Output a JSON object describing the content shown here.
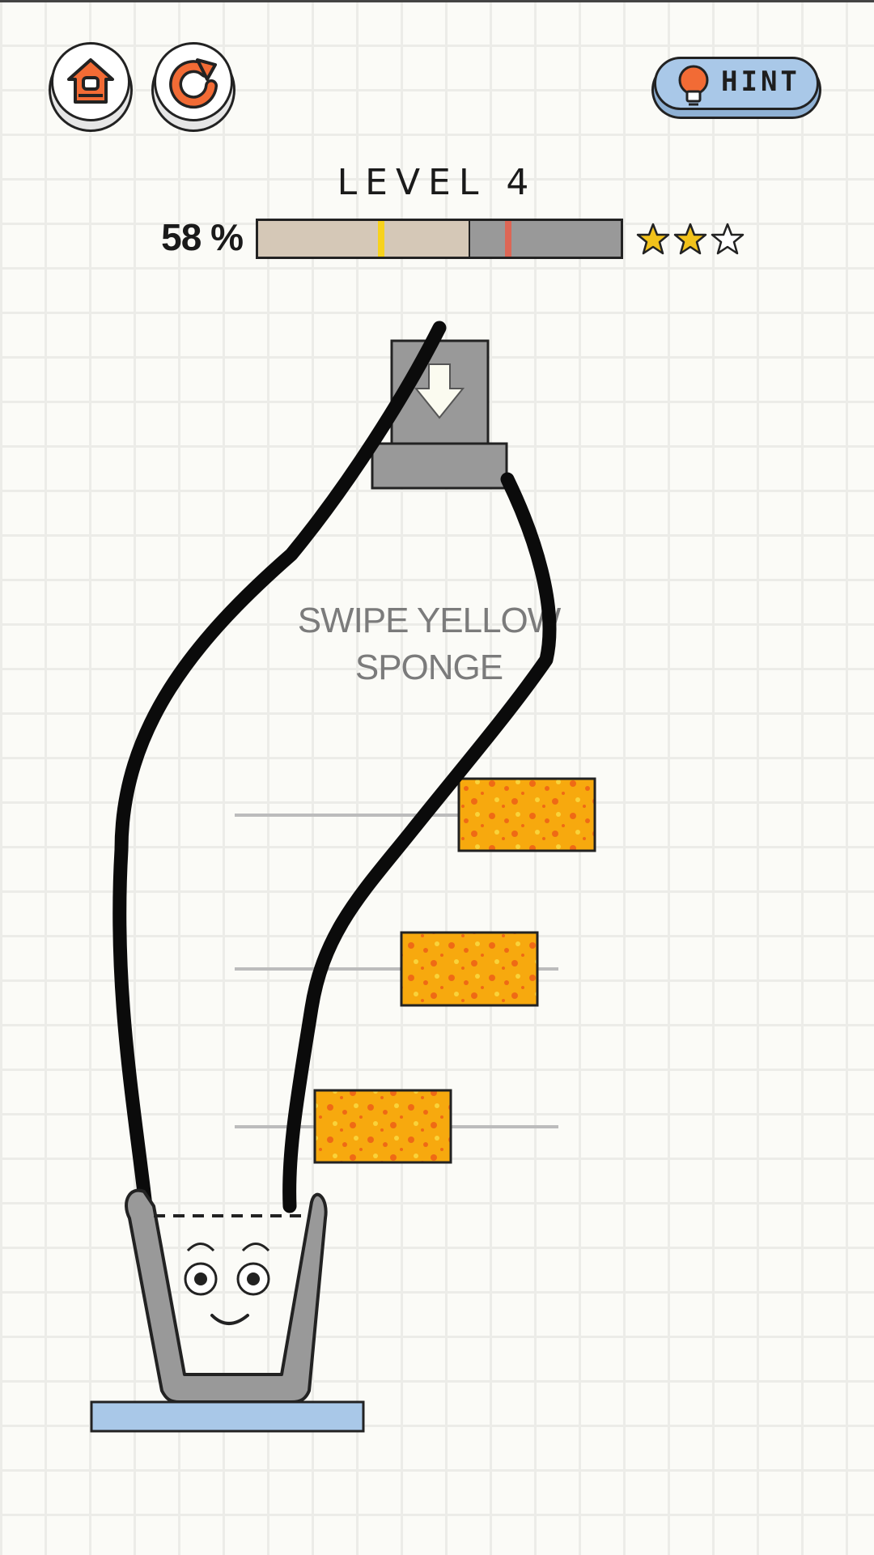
{
  "header": {
    "home_icon": "home-icon",
    "restart_icon": "restart-icon",
    "hint_label": "HINT",
    "hint_icon": "lightbulb-icon"
  },
  "level": {
    "title": "LEVEL 4",
    "progress_text": "58 %",
    "progress_fraction": 0.58,
    "star_thresholds": [
      0.33,
      0.68
    ],
    "stars_total": 3,
    "stars_earned": 2
  },
  "instruction": {
    "line1": "SWIPE YELLOW",
    "line2": "SPONGE"
  },
  "colors": {
    "progress_fill": "#d5c8b7",
    "progress_track": "#999999",
    "marker_1": "#f7d21c",
    "marker_2": "#dd6655",
    "star_filled": "#f2c21b",
    "sponge": "#f7a90e",
    "sponge_spots": "#ef6a15",
    "orange_icon": "#f26b35",
    "hint_button": "#a9c8e8",
    "platform": "#a9c8e8",
    "dispenser": "#999999"
  }
}
